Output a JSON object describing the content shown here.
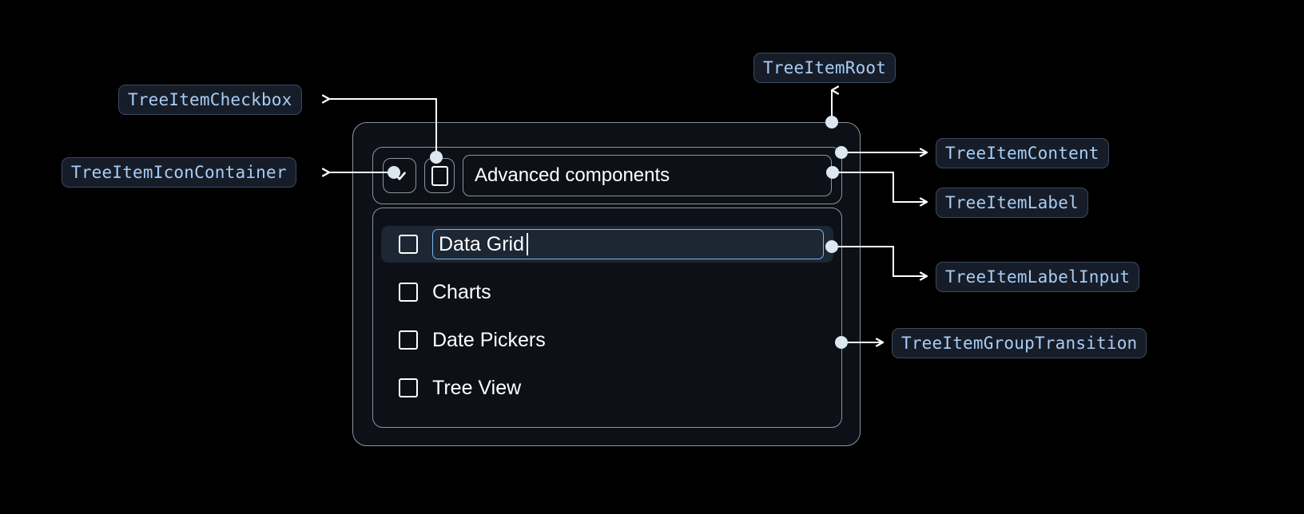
{
  "theme": {
    "background": "#000000",
    "panel_bg": "#0d1117",
    "panel_border": "#8b949e",
    "chip_bg": "#161d29",
    "chip_border": "#3c4a5e",
    "chip_text": "#a8cdf5",
    "selected_row_bg": "#1d2633",
    "input_focus_border": "#7ab6ee",
    "text": "#ffffff",
    "connector": "#ffffff",
    "dot": "#dde7f2"
  },
  "annotations": [
    {
      "id": "tree-item-checkbox",
      "label": "TreeItemCheckbox"
    },
    {
      "id": "tree-item-icon-container",
      "label": "TreeItemIconContainer"
    },
    {
      "id": "tree-item-root",
      "label": "TreeItemRoot"
    },
    {
      "id": "tree-item-content",
      "label": "TreeItemContent"
    },
    {
      "id": "tree-item-label",
      "label": "TreeItemLabel"
    },
    {
      "id": "tree-item-label-input",
      "label": "TreeItemLabelInput"
    },
    {
      "id": "tree-item-group-transition",
      "label": "TreeItemGroupTransition"
    }
  ],
  "component": {
    "icon": "chevron-down-icon",
    "root_label": "Advanced components",
    "children": [
      {
        "label": "Data Grid",
        "editing": true,
        "checked": false,
        "selected": true
      },
      {
        "label": "Charts",
        "editing": false,
        "checked": false,
        "selected": false
      },
      {
        "label": "Date Pickers",
        "editing": false,
        "checked": false,
        "selected": false
      },
      {
        "label": "Tree View",
        "editing": false,
        "checked": false,
        "selected": false
      }
    ]
  }
}
